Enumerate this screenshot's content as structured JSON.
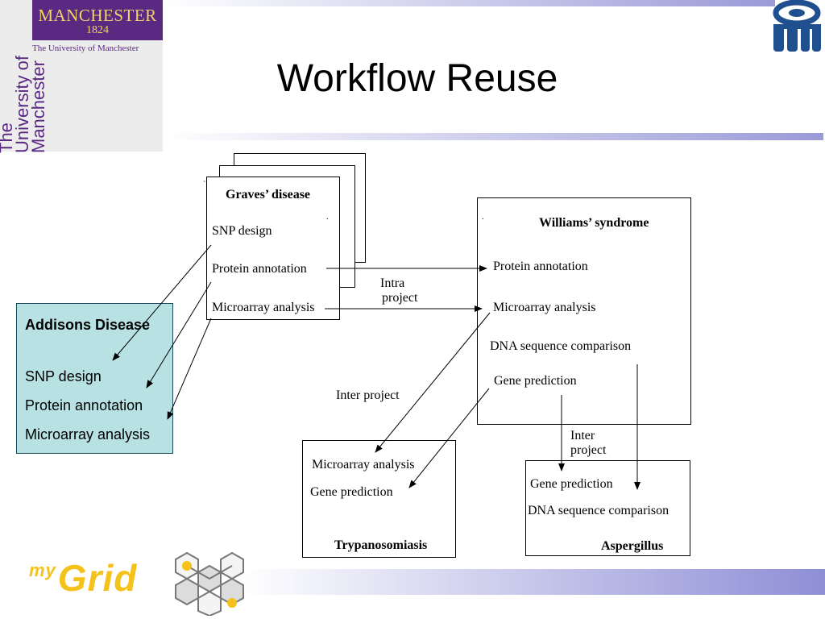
{
  "slide": {
    "title": "Workflow Reuse"
  },
  "logos": {
    "manchester": {
      "name": "MANCHESTER",
      "year": "1824",
      "subtitle": "The University of Manchester",
      "vertical": "The University of Manchester"
    },
    "mygrid": {
      "prefix": "my",
      "name": "Grid"
    }
  },
  "graves": {
    "title": "Graves’ disease",
    "items": [
      "SNP design",
      "Protein annotation",
      "Microarray analysis"
    ]
  },
  "williams": {
    "title": "Williams’ syndrome",
    "items": [
      "Protein annotation",
      "Microarray analysis",
      "DNA sequence comparison",
      "Gene prediction"
    ]
  },
  "addisons": {
    "title": "Addisons Disease",
    "items": [
      "SNP design",
      "Protein annotation",
      "Microarray analysis"
    ]
  },
  "trypanosomiasis": {
    "title": "Trypanosomiasis",
    "items": [
      "Microarray analysis",
      "Gene prediction"
    ]
  },
  "aspergillus": {
    "title": "Aspergillus",
    "items": [
      "Gene prediction",
      "DNA sequence comparison"
    ]
  },
  "labels": {
    "intra_1": "Intra",
    "intra_2": "project",
    "inter": "Inter project",
    "inter2_1": "Inter",
    "inter2_2": "project"
  },
  "colors": {
    "accent_bar": "#9a9ad8",
    "manchester_purple": "#5a2a82",
    "addisons_fill": "#b7e1e3",
    "mygrid_yellow": "#f4c21a"
  }
}
